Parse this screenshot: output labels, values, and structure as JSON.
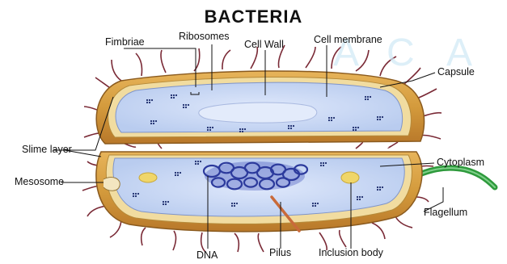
{
  "title": "BACTERIA",
  "watermark": [
    "A",
    "C",
    "A"
  ],
  "labels": {
    "fimbriae": "Fimbriae",
    "ribosomes": "Ribosomes",
    "cell_wall": "Cell Wall",
    "cell_membrane": "Cell membrane",
    "capsule": "Capsule",
    "slime_layer": "Slime layer",
    "cytoplasm": "Cytoplasm",
    "mesosome": "Mesosome",
    "flagellum": "Flagellum",
    "dna": "DNA",
    "pilus": "Pilus",
    "inclusion_body": "Inclusion body"
  },
  "colors": {
    "capsule": "#d39a3c",
    "cell_wall": "#f1dca0",
    "cytoplasm": "#c9d8f3",
    "dna": "#2c3a9c",
    "flagellum": "#2e9a3c",
    "fimbriae": "#7a2a36",
    "inclusion_body": "#f0d66a"
  }
}
